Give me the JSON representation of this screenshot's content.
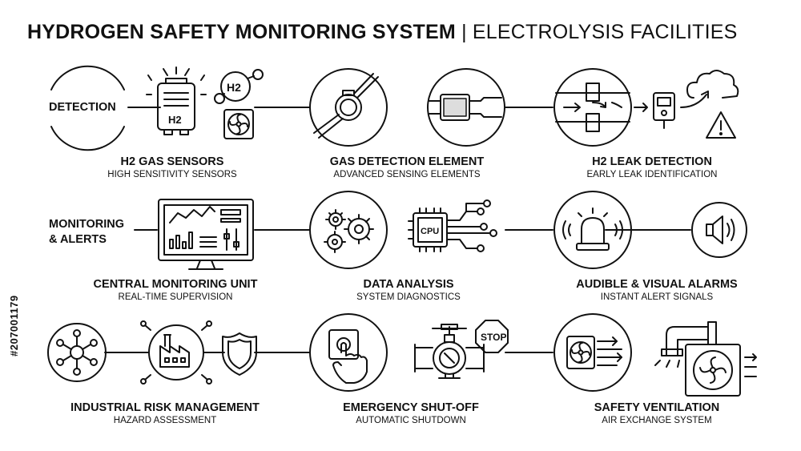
{
  "header": {
    "title_bold": "HYDROGEN SAFETY MONITORING SYSTEM",
    "title_rest": "| ELECTROLYSIS FACILITIES"
  },
  "side_labels": {
    "detection": "DETECTION",
    "monitoring_line1": "MONITORING",
    "monitoring_line2": "& ALERTS"
  },
  "items": [
    {
      "heading": "H2 GAS SENSORS",
      "sub": "HIGH SENSITIVITY SENSORS"
    },
    {
      "heading": "GAS DETECTION ELEMENT",
      "sub": "ADVANCED SENSING ELEMENTS"
    },
    {
      "heading": "H2 LEAK DETECTION",
      "sub": "EARLY LEAK IDENTIFICATION"
    },
    {
      "heading": "CENTRAL MONITORING UNIT",
      "sub": "REAL-TIME SUPERVISION"
    },
    {
      "heading": "DATA ANALYSIS",
      "sub": "SYSTEM DIAGNOSTICS"
    },
    {
      "heading": "AUDIBLE & VISUAL ALARMS",
      "sub": "INSTANT ALERT SIGNALS"
    },
    {
      "heading": "INDUSTRIAL RISK MANAGEMENT",
      "sub": "HAZARD ASSESSMENT"
    },
    {
      "heading": "EMERGENCY SHUT-OFF",
      "sub": "AUTOMATIC SHUTDOWN"
    },
    {
      "heading": "SAFETY VENTILATION",
      "sub": "AIR EXCHANGE SYSTEM"
    }
  ],
  "icon_text": {
    "h2_tank": "H2",
    "h2_molecule": "H2",
    "cpu": "CPU",
    "stop": "STOP"
  },
  "stock_id": "#207001179",
  "icons": [
    "circle-icon",
    "gas-tank-icon",
    "h2-molecule-icon",
    "fan-icon",
    "sensor-icon",
    "detection-element-icon",
    "pipe-leak-icon",
    "detector-device-icon",
    "cloud-icon",
    "warning-icon",
    "monitor-dashboard-icon",
    "gears-icon",
    "cpu-chip-icon",
    "alarm-light-icon",
    "speaker-icon",
    "network-icon",
    "factory-icon",
    "shield-icon",
    "push-button-icon",
    "valve-icon",
    "stop-sign-icon",
    "ventilation-fan-icon",
    "pipe-fan-icon"
  ]
}
